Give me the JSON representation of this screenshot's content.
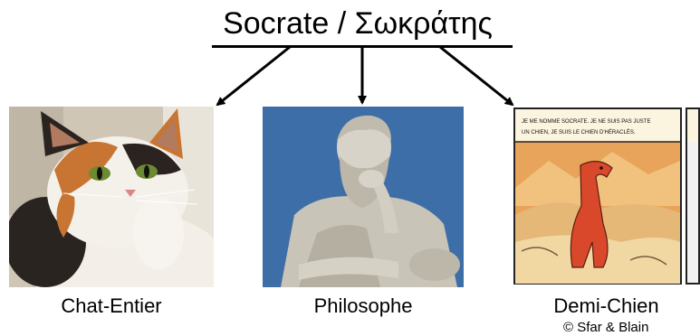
{
  "title": "Socrate / Σωκράτης",
  "panels": [
    {
      "caption": "Chat-Entier",
      "image": "calico-cat-photo"
    },
    {
      "caption": "Philosophe",
      "image": "socrates-statue-photo"
    },
    {
      "caption": "Demi-Chien",
      "image": "dog-comic-panel"
    }
  ],
  "comic": {
    "speech": [
      "JE ME NOMME SOCRATE. JE NE SUIS PAS JUSTE",
      "UN CHIEN, JE SUIS LE CHIEN D'HÉRACLÈS."
    ]
  },
  "credit": "© Sfar & Blain",
  "colors": {
    "sky": "#3d6ea8",
    "desert": "#e8a45a",
    "dog": "#d9482b"
  }
}
